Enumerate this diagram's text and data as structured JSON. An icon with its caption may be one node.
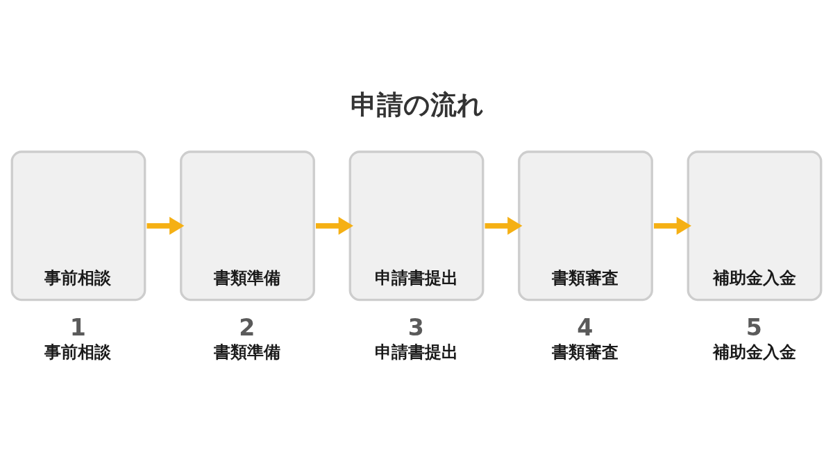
{
  "diagram": {
    "title": "申請の流れ",
    "nodes": [
      {
        "text": [
          "事前相談"
        ],
        "beside": [
          "1",
          "事前相談"
        ]
      },
      {
        "text": [
          "書類準備"
        ],
        "beside": [
          "2",
          "書類準備"
        ]
      },
      {
        "text": [
          "申請書提出"
        ],
        "beside": [
          "3",
          "申請書提出"
        ]
      },
      {
        "text": [
          "書類審査"
        ],
        "beside": [
          "4",
          "書類審査"
        ]
      },
      {
        "text": [
          "補助金入金"
        ],
        "beside": [
          "5",
          "補助金入金"
        ]
      }
    ],
    "edges": [
      {
        "from": 0,
        "to": 1,
        "arrow": "to"
      },
      {
        "from": 1,
        "to": 2,
        "arrow": "to"
      },
      {
        "from": 2,
        "to": 3,
        "arrow": "to"
      },
      {
        "from": 3,
        "to": 4,
        "arrow": "to"
      }
    ]
  }
}
